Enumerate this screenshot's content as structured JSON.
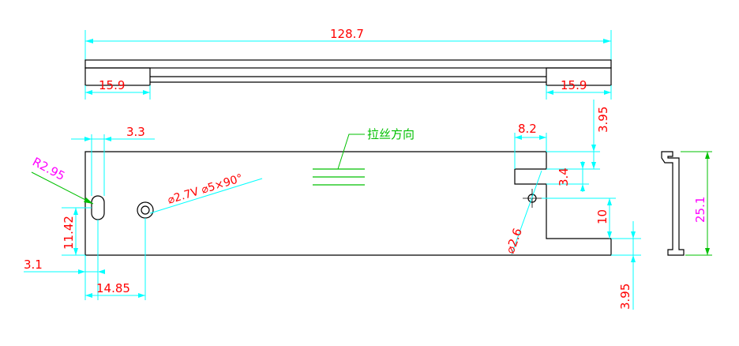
{
  "colors": {
    "outline": "#000000",
    "dimension": "#00ffff",
    "dimension_text": "#ff0000",
    "radius_text": "#ff00ff",
    "brushed_mark": "#00c000"
  },
  "top_view": {
    "overall_length": "128.7",
    "left_end_width": "15.9",
    "right_end_width": "15.9"
  },
  "front_view": {
    "hole_offset": "3.3",
    "slot_radius": "R2.95",
    "slot_height": "11.42",
    "slot_x_offset": "3.1",
    "hole_spacing": "14.85",
    "countersink_note": "⌀2.7V ⌀5×90°",
    "brushed_direction_label": "拉丝方向",
    "notch_width": "8.2",
    "top_margin": "3.95",
    "notch_height": "3.4",
    "hole_to_edge": "10",
    "hole_diameter": "⌀2.6",
    "bottom_margin": "3.95"
  },
  "side_view": {
    "height": "25.1"
  }
}
